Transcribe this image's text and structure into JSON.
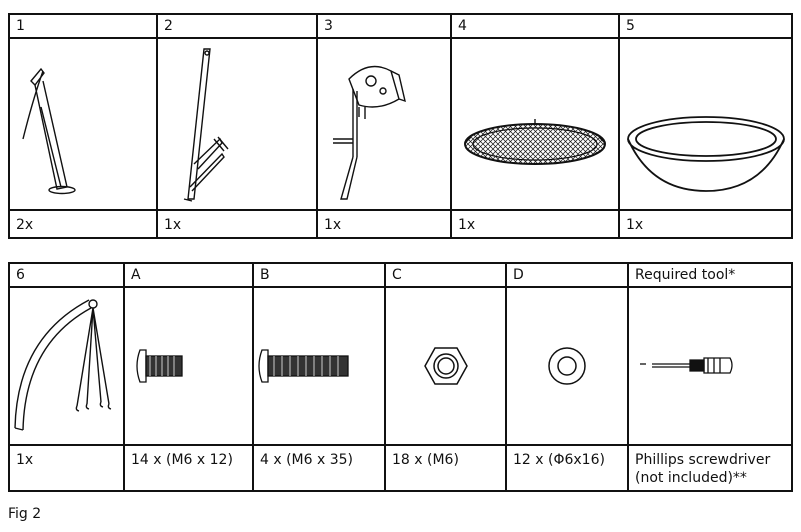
{
  "table1": {
    "cells": [
      {
        "id": "1",
        "qty": "2x"
      },
      {
        "id": "2",
        "qty": "1x"
      },
      {
        "id": "3",
        "qty": "1x"
      },
      {
        "id": "4",
        "qty": "1x"
      },
      {
        "id": "5",
        "qty": "1x"
      }
    ]
  },
  "table2": {
    "cells": [
      {
        "id": "6",
        "qty": "1x"
      },
      {
        "id": "A",
        "qty": "14 x (M6 x 12)"
      },
      {
        "id": "B",
        "qty": "4 x (M6 x 35)"
      },
      {
        "id": "C",
        "qty": "18 x (M6)"
      },
      {
        "id": "D",
        "qty": "12 x (Φ6x16)"
      },
      {
        "id": "Required tool*",
        "qty_line1": "Phillips screwdriver",
        "qty_line2": "(not included)**"
      }
    ]
  },
  "caption": "Fig 2"
}
